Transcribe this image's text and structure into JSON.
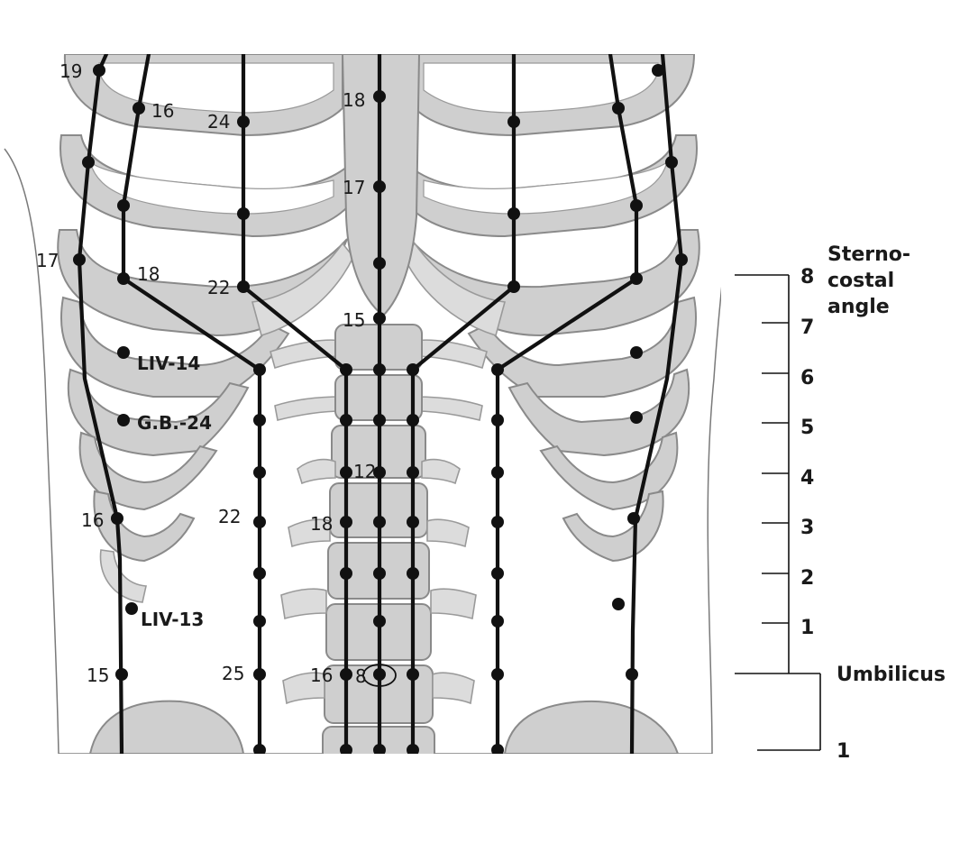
{
  "point_labels": {
    "l19": "19",
    "l16a": "16",
    "l24": "24",
    "l18top": "18",
    "l17top": "17",
    "l17left": "17",
    "l18left": "18",
    "l22upper": "22",
    "l15center": "15",
    "liv14": "LIV-14",
    "gb24": "G.B.-24",
    "l12": "12",
    "l16left": "16",
    "l22lower": "22",
    "l18lower": "18",
    "liv13": "LIV-13",
    "l15left": "15",
    "l25": "25",
    "l16lower": "16",
    "l8": "8"
  },
  "scale": {
    "sternocostal_angle_line1": "Sterno-",
    "sternocostal_angle_line2": "costal",
    "sternocostal_angle_line3": "angle",
    "umbilicus": "Umbilicus",
    "above": [
      "8",
      "7",
      "6",
      "5",
      "4",
      "3",
      "2",
      "1"
    ],
    "below": [
      "1"
    ]
  },
  "colors": {
    "channel": "#111111",
    "bone": "#cfcfcf",
    "background": "#ffffff"
  }
}
